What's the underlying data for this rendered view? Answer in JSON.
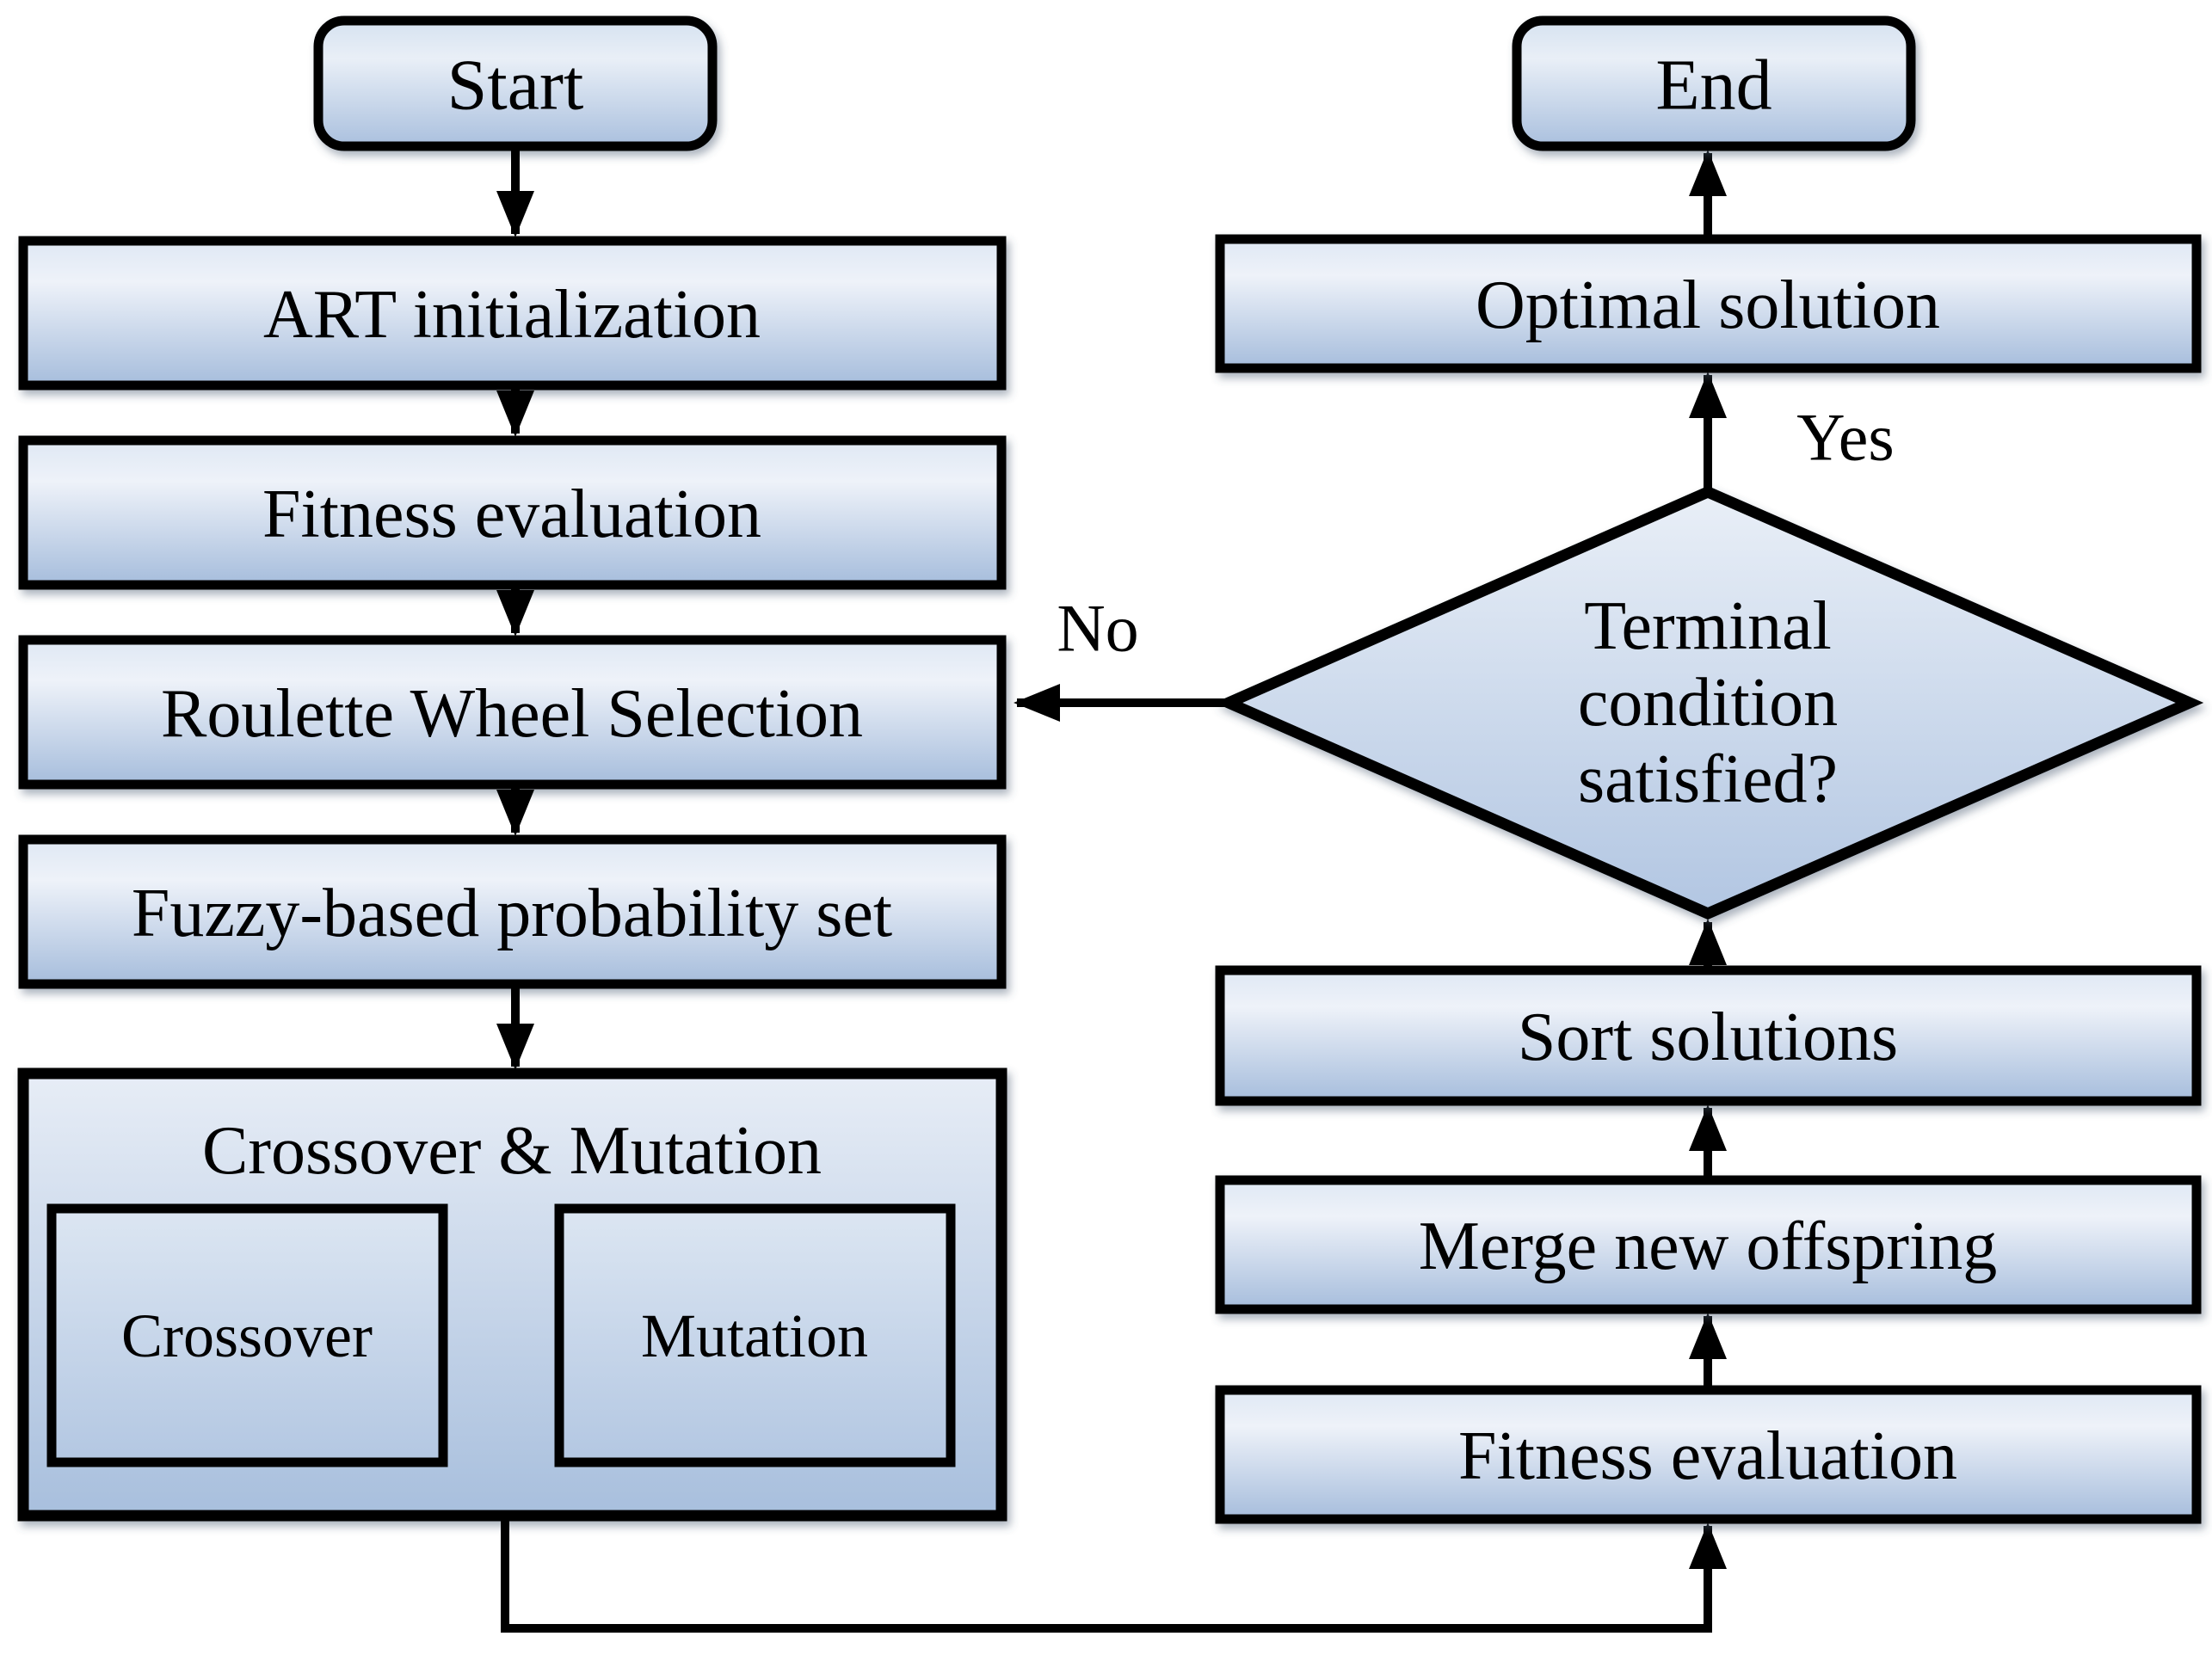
{
  "figure": {
    "type": "flowchart",
    "description": "Fuzzy-based genetic algorithm flowchart",
    "background": "#ffffff"
  },
  "colors": {
    "border": "#000000",
    "text": "#000000",
    "arrow": "#000000",
    "box_top": "#dfe8f4",
    "box_shine": "#eef2f9",
    "box_bottom": "#a6bddc",
    "terminator_top": "#d6e2f0",
    "terminator_shine": "#e9eff7",
    "terminator_bottom": "#aac0de",
    "diamond_top": "#e9eff7",
    "diamond_bottom": "#b2c6e2",
    "group_top": "#e7edf6",
    "group_bottom": "#a8bfdd",
    "subbox_top": "#dce6f2",
    "subbox_bottom": "#b3c7e2"
  },
  "nodes": {
    "start": {
      "label": "Start",
      "shape": "terminator"
    },
    "art_initialization": {
      "label": "ART initialization",
      "shape": "process"
    },
    "fitness_evaluation_left": {
      "label": "Fitness evaluation",
      "shape": "process"
    },
    "roulette_wheel_selection": {
      "label": "Roulette Wheel Selection",
      "shape": "process"
    },
    "fuzzy_probability_set": {
      "label": "Fuzzy-based probability set",
      "shape": "process"
    },
    "crossover_mutation_group": {
      "label": "Crossover & Mutation",
      "shape": "group"
    },
    "crossover": {
      "label": "Crossover",
      "shape": "process"
    },
    "mutation": {
      "label": "Mutation",
      "shape": "process"
    },
    "fitness_evaluation_right": {
      "label": "Fitness evaluation",
      "shape": "process"
    },
    "merge_new_offspring": {
      "label": "Merge new offspring",
      "shape": "process"
    },
    "sort_solutions": {
      "label": "Sort solutions",
      "shape": "process"
    },
    "terminal_condition": {
      "lines": [
        "Terminal",
        "condition",
        "satisfied?"
      ],
      "shape": "decision"
    },
    "optimal_solution": {
      "label": "Optimal solution",
      "shape": "process"
    },
    "end": {
      "label": "End",
      "shape": "terminator"
    }
  },
  "edge_labels": {
    "yes": "Yes",
    "no": "No"
  }
}
